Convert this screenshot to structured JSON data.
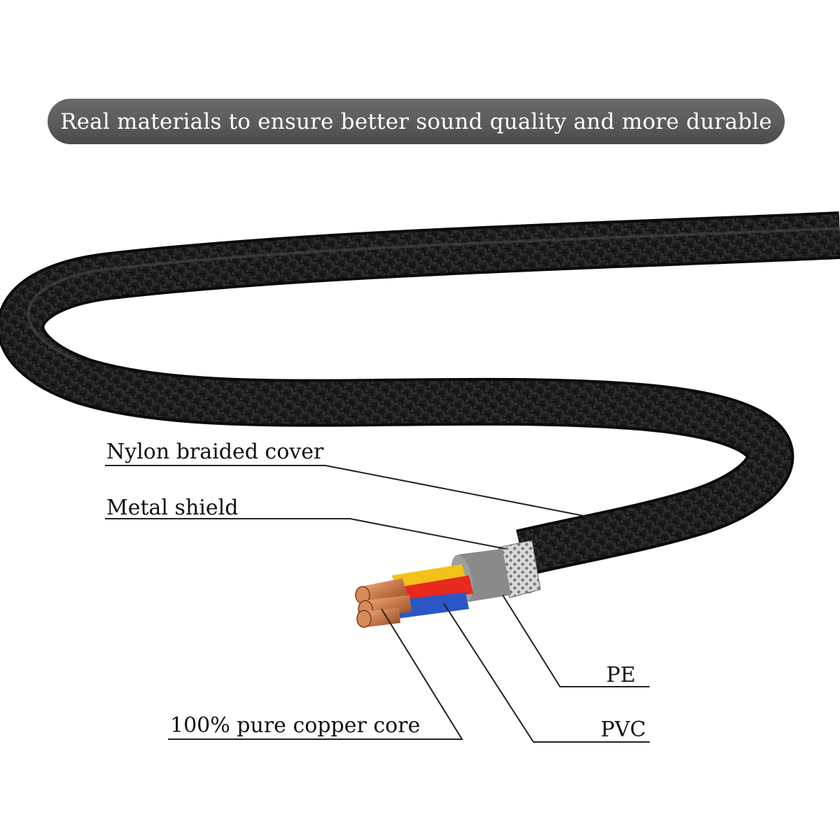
{
  "banner": {
    "text": "Real materials to ensure better sound quality and more durable"
  },
  "labels": {
    "nylon_cover": "Nylon braided cover",
    "metal_shield": "Metal shield",
    "pe": "PE",
    "pvc": "PVC",
    "copper_core": "100% pure copper core"
  },
  "colors": {
    "banner_bg": "#5c5c5c",
    "banner_text": "#ffffff",
    "cable_braid": "#1a1a1a",
    "shield": "#c8c8c8",
    "pe_insulation": "#8a8a8a",
    "wire_red": "#e8291c",
    "wire_yellow": "#f2c21a",
    "wire_blue": "#2a56c8",
    "copper": "#c8794a"
  }
}
